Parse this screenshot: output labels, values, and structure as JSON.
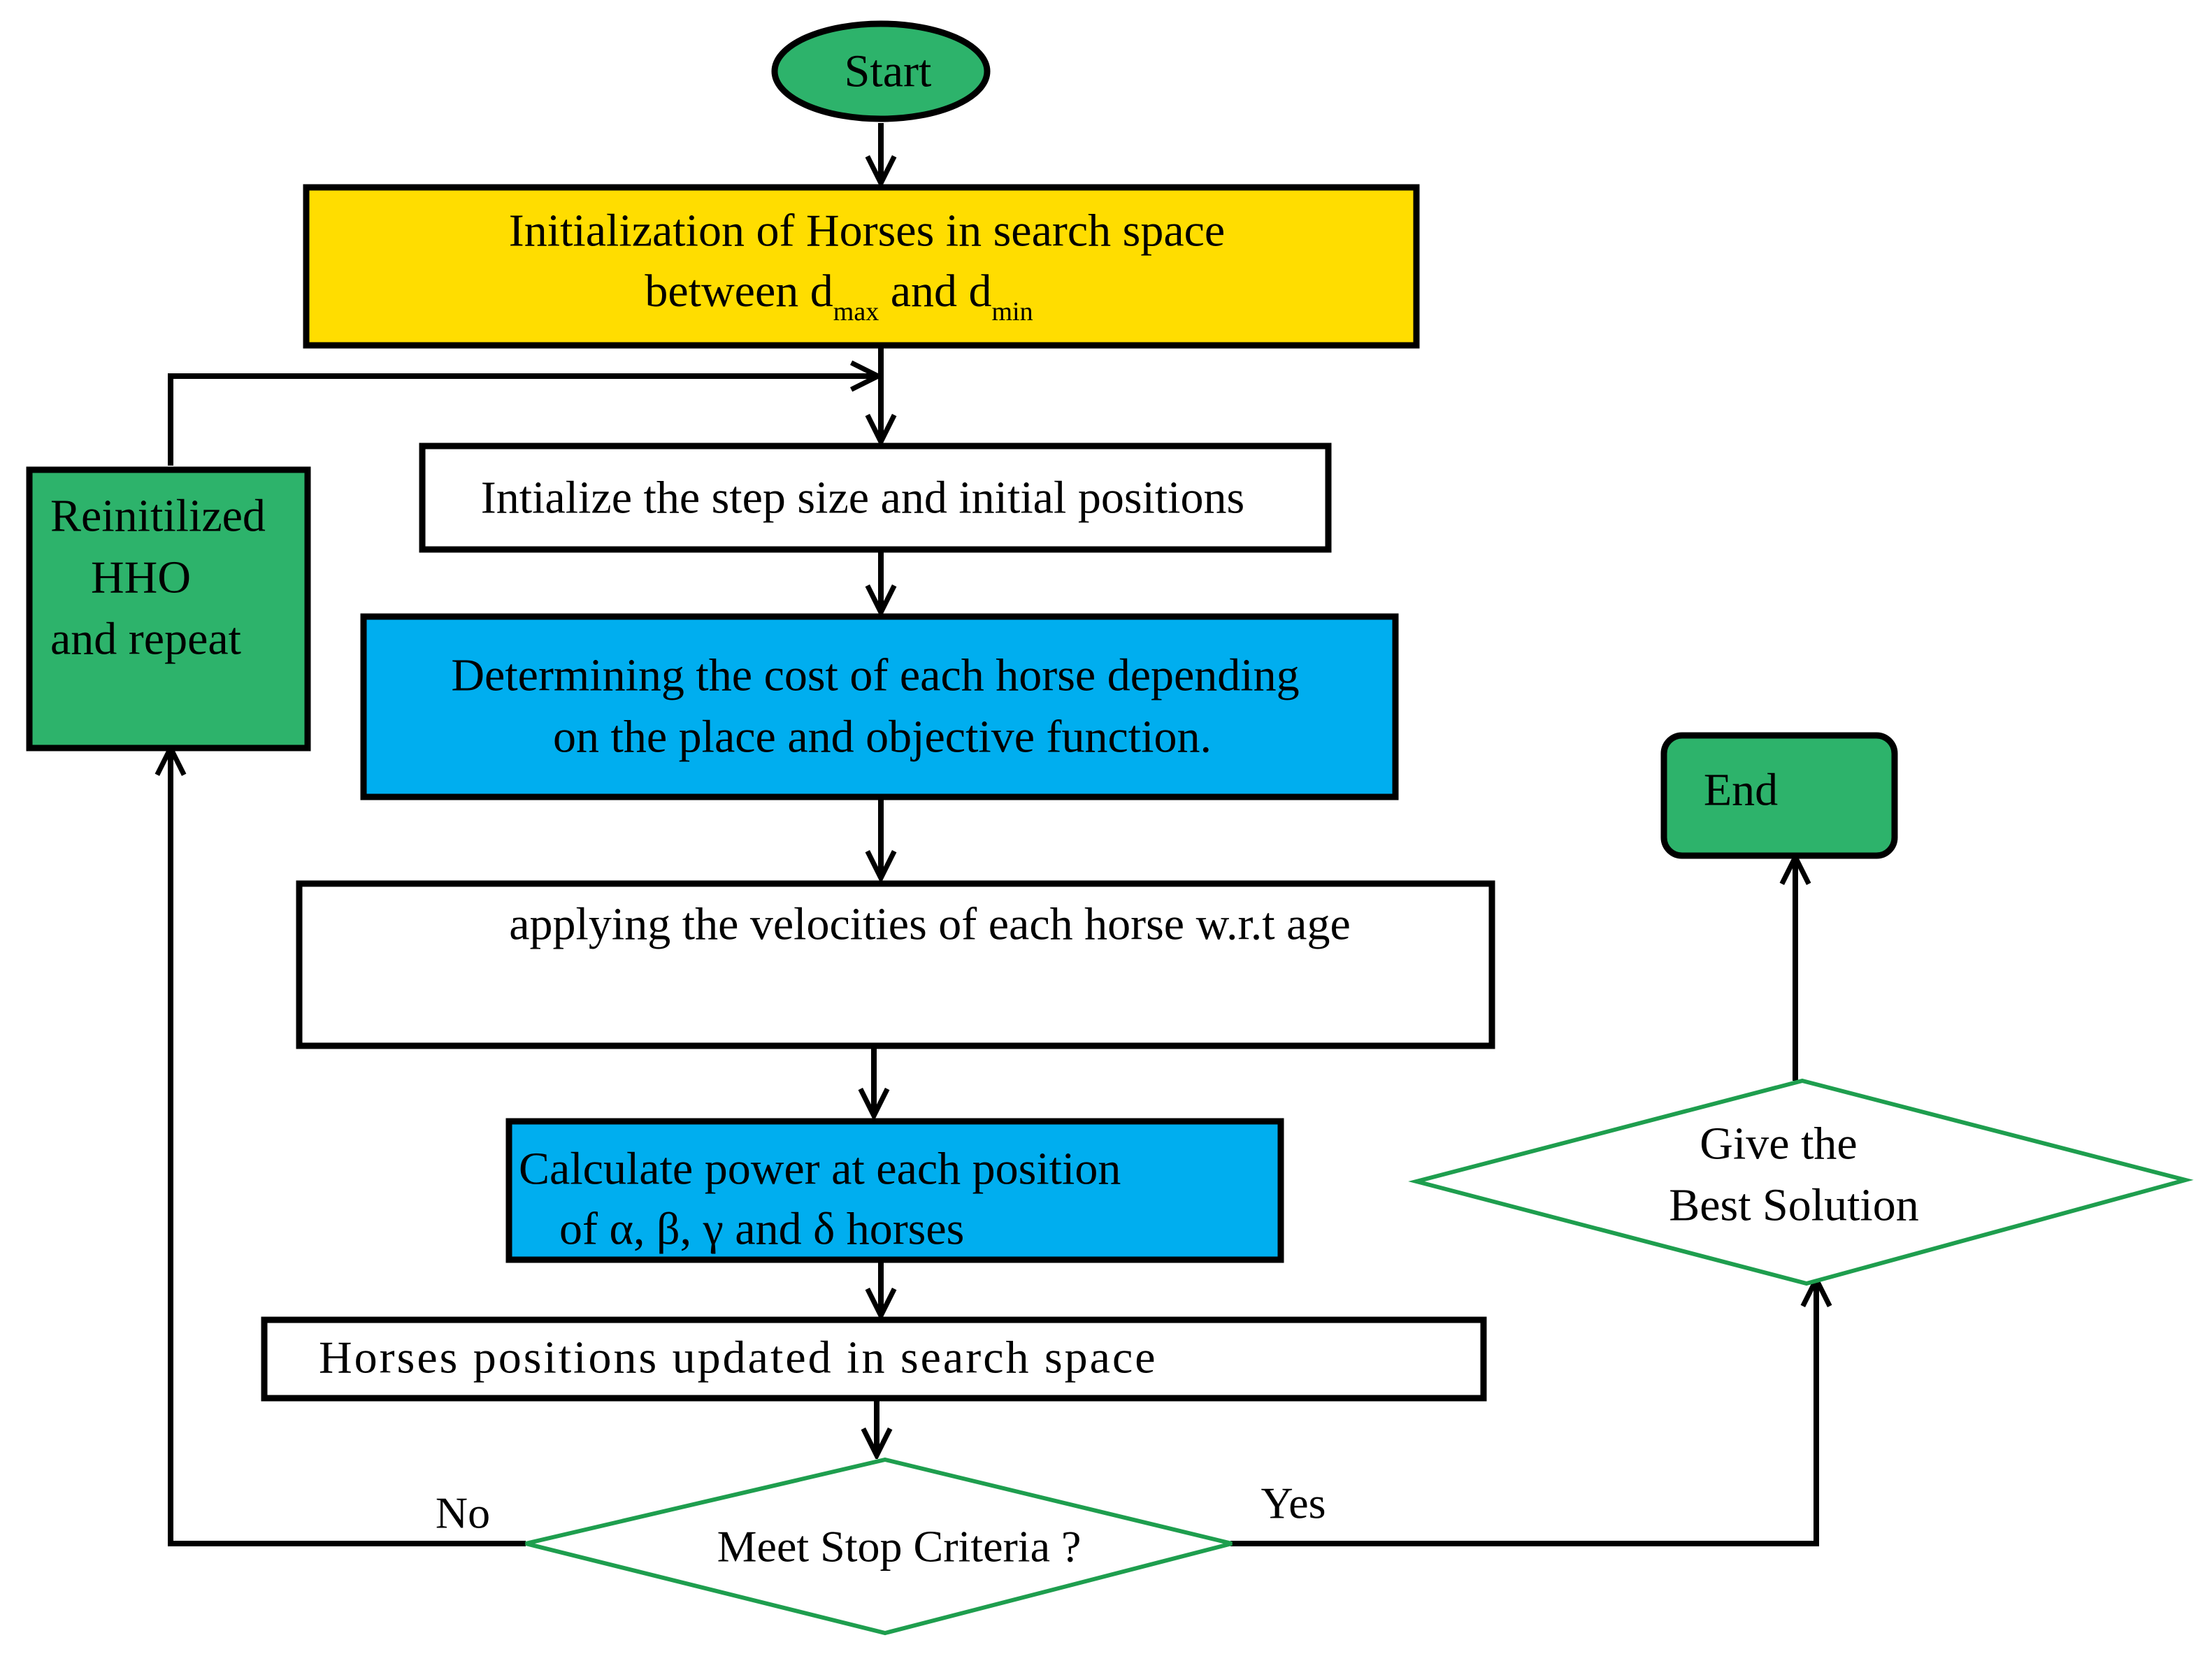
{
  "colors": {
    "green": "#2db36b",
    "yellow": "#ffdd00",
    "blue": "#00aeef",
    "white": "#ffffff",
    "diamond_stroke": "#1e9e4e",
    "line": "#000000"
  },
  "nodes": {
    "start": {
      "label": "Start"
    },
    "init_horses": {
      "line1": "Initialization of Horses in search space",
      "line2_prefix": "between d",
      "sub_max": "max",
      "and": " and d",
      "sub_min": "min"
    },
    "init_step": {
      "label": "Intialize the step size and initial positions"
    },
    "cost": {
      "line1": "Determining the cost of each horse depending",
      "line2": "on the place and objective function."
    },
    "velocities": {
      "label": "applying the velocities of each horse w.r.t age"
    },
    "power": {
      "line1": "Calculate power at each position",
      "line2": "of α, β, γ and δ horses"
    },
    "update": {
      "label": "Horses positions  updated in search space"
    },
    "stop": {
      "label": "Meet Stop Criteria ?"
    },
    "reinit": {
      "line1": "Reinitilized",
      "line2": "HHO",
      "line3": "and repeat"
    },
    "best": {
      "line1": "Give the",
      "line2": "Best Solution"
    },
    "end": {
      "label": "End"
    }
  },
  "edges": {
    "no_label": "No",
    "yes_label": "Yes"
  }
}
